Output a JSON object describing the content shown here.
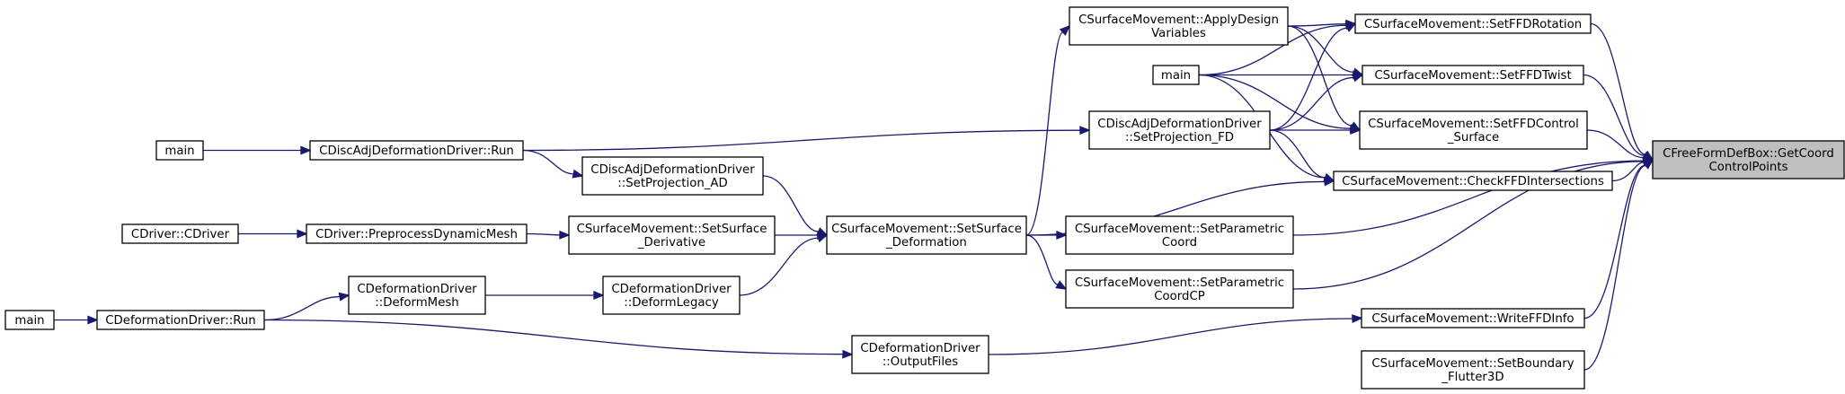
{
  "colors": {
    "edge": "#191970",
    "focus_fill": "#bfbfbf",
    "node_border": "#000000",
    "background": "#ffffff"
  },
  "nodes": [
    {
      "id": "getcoord",
      "lines": [
        "CFreeFormDefBox::GetCoord",
        "ControlPoints"
      ],
      "focus": true
    },
    {
      "id": "setffdrotation",
      "lines": [
        "CSurfaceMovement::SetFFDRotation"
      ]
    },
    {
      "id": "setffdtwist",
      "lines": [
        "CSurfaceMovement::SetFFDTwist"
      ]
    },
    {
      "id": "setffdcontrol",
      "lines": [
        "CSurfaceMovement::SetFFDControl",
        "_Surface"
      ]
    },
    {
      "id": "checkffd",
      "lines": [
        "CSurfaceMovement::CheckFFDIntersections"
      ]
    },
    {
      "id": "setparcoord",
      "lines": [
        "CSurfaceMovement::SetParametric",
        "Coord"
      ]
    },
    {
      "id": "setparcoordcp",
      "lines": [
        "CSurfaceMovement::SetParametric",
        "CoordCP"
      ]
    },
    {
      "id": "writeffd",
      "lines": [
        "CSurfaceMovement::WriteFFDInfo"
      ]
    },
    {
      "id": "setboundary",
      "lines": [
        "CSurfaceMovement::SetBoundary",
        "_Flutter3D"
      ]
    },
    {
      "id": "applydesign",
      "lines": [
        "CSurfaceMovement::ApplyDesign",
        "Variables"
      ]
    },
    {
      "id": "main_top",
      "lines": [
        "main"
      ]
    },
    {
      "id": "setprojfd",
      "lines": [
        "CDiscAdjDeformationDriver",
        "::SetProjection_FD"
      ]
    },
    {
      "id": "setsurfdef",
      "lines": [
        "CSurfaceMovement::SetSurface",
        "_Deformation"
      ]
    },
    {
      "id": "outputfiles",
      "lines": [
        "CDeformationDriver",
        "::OutputFiles"
      ]
    },
    {
      "id": "setprojad",
      "lines": [
        "CDiscAdjDeformationDriver",
        "::SetProjection_AD"
      ]
    },
    {
      "id": "setsurfderiv",
      "lines": [
        "CSurfaceMovement::SetSurface",
        "_Derivative"
      ]
    },
    {
      "id": "deformlegacy",
      "lines": [
        "CDeformationDriver",
        "::DeformLegacy"
      ]
    },
    {
      "id": "discadjrun",
      "lines": [
        "CDiscAdjDeformationDriver::Run"
      ]
    },
    {
      "id": "preprocess",
      "lines": [
        "CDriver::PreprocessDynamicMesh"
      ]
    },
    {
      "id": "deformmesh",
      "lines": [
        "CDeformationDriver",
        "::DeformMesh"
      ]
    },
    {
      "id": "main_mid",
      "lines": [
        "main"
      ]
    },
    {
      "id": "cdriver",
      "lines": [
        "CDriver::CDriver"
      ]
    },
    {
      "id": "deformrun",
      "lines": [
        "CDeformationDriver::Run"
      ]
    },
    {
      "id": "main_bot",
      "lines": [
        "main"
      ]
    }
  ],
  "edges": [
    {
      "from": "setffdrotation",
      "to": "getcoord"
    },
    {
      "from": "setffdtwist",
      "to": "getcoord"
    },
    {
      "from": "setffdcontrol",
      "to": "getcoord"
    },
    {
      "from": "checkffd",
      "to": "getcoord"
    },
    {
      "from": "setparcoord",
      "to": "getcoord"
    },
    {
      "from": "setparcoordcp",
      "to": "getcoord"
    },
    {
      "from": "writeffd",
      "to": "getcoord"
    },
    {
      "from": "setboundary",
      "to": "getcoord"
    },
    {
      "from": "applydesign",
      "to": "setffdrotation"
    },
    {
      "from": "main_top",
      "to": "setffdrotation"
    },
    {
      "from": "setprojfd",
      "to": "setffdrotation"
    },
    {
      "from": "applydesign",
      "to": "setffdtwist"
    },
    {
      "from": "main_top",
      "to": "setffdtwist"
    },
    {
      "from": "setprojfd",
      "to": "setffdtwist"
    },
    {
      "from": "applydesign",
      "to": "setffdcontrol"
    },
    {
      "from": "main_top",
      "to": "setffdcontrol"
    },
    {
      "from": "setprojfd",
      "to": "setffdcontrol"
    },
    {
      "from": "setsurfdef",
      "to": "checkffd"
    },
    {
      "from": "main_top",
      "to": "checkffd"
    },
    {
      "from": "setprojfd",
      "to": "checkffd"
    },
    {
      "from": "setsurfdef",
      "to": "setparcoord"
    },
    {
      "from": "setsurfdef",
      "to": "setparcoordcp"
    },
    {
      "from": "outputfiles",
      "to": "writeffd"
    },
    {
      "from": "setsurfdef",
      "to": "applydesign"
    },
    {
      "from": "discadjrun",
      "to": "setprojfd"
    },
    {
      "from": "setprojad",
      "to": "setsurfdef"
    },
    {
      "from": "setsurfderiv",
      "to": "setsurfdef"
    },
    {
      "from": "deformlegacy",
      "to": "setsurfdef"
    },
    {
      "from": "deformrun",
      "to": "outputfiles"
    },
    {
      "from": "discadjrun",
      "to": "setprojad"
    },
    {
      "from": "preprocess",
      "to": "setsurfderiv"
    },
    {
      "from": "deformmesh",
      "to": "deformlegacy"
    },
    {
      "from": "main_mid",
      "to": "discadjrun"
    },
    {
      "from": "cdriver",
      "to": "preprocess"
    },
    {
      "from": "deformrun",
      "to": "deformmesh"
    },
    {
      "from": "main_bot",
      "to": "deformrun"
    }
  ]
}
